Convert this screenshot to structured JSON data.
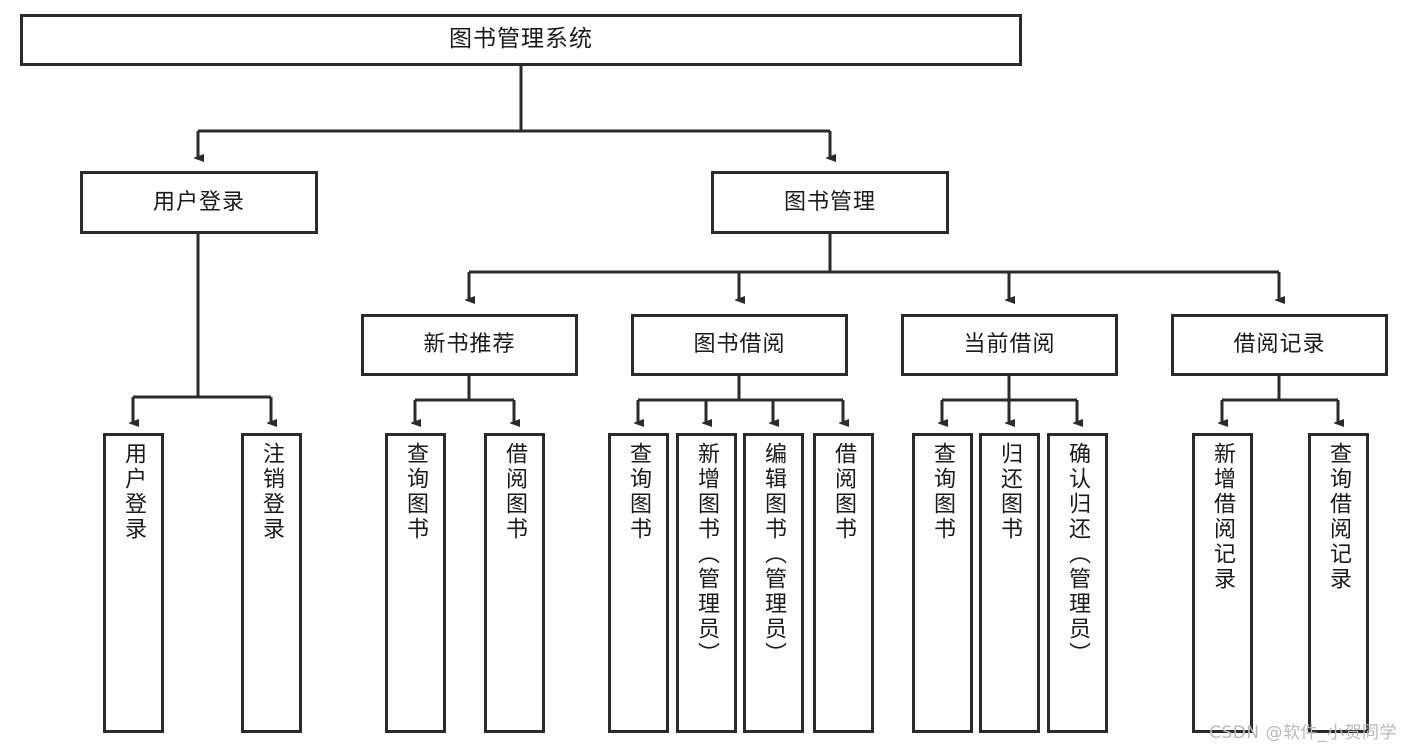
{
  "diagram": {
    "type": "tree-hierarchy",
    "title": "图书管理系统",
    "root": {
      "label": "图书管理系统"
    },
    "level2": [
      {
        "label": "用户登录"
      },
      {
        "label": "图书管理"
      }
    ],
    "level3": [
      {
        "label": "新书推荐"
      },
      {
        "label": "图书借阅"
      },
      {
        "label": "当前借阅"
      },
      {
        "label": "借阅记录"
      }
    ],
    "leaves": {
      "user_login": [
        {
          "label": "用户登录"
        },
        {
          "label": "注销登录"
        }
      ],
      "new_book_recommend": [
        {
          "label": "查询图书"
        },
        {
          "label": "借阅图书"
        }
      ],
      "book_borrow": [
        {
          "label": "查询图书"
        },
        {
          "label": "新增图书（管理员）"
        },
        {
          "label": "编辑图书（管理员）"
        },
        {
          "label": "借阅图书"
        }
      ],
      "current_borrow": [
        {
          "label": "查询图书"
        },
        {
          "label": "归还图书"
        },
        {
          "label": "确认归还（管理员）"
        }
      ],
      "borrow_record": [
        {
          "label": "新增借阅记录"
        },
        {
          "label": "查询借阅记录"
        }
      ]
    }
  },
  "watermark": {
    "text": "CSDN @软件_小贺同学"
  },
  "colors": {
    "border": "#2b2b2b",
    "text": "#1a1a1a",
    "background": "#ffffff",
    "watermark": "#b9b9b9"
  }
}
